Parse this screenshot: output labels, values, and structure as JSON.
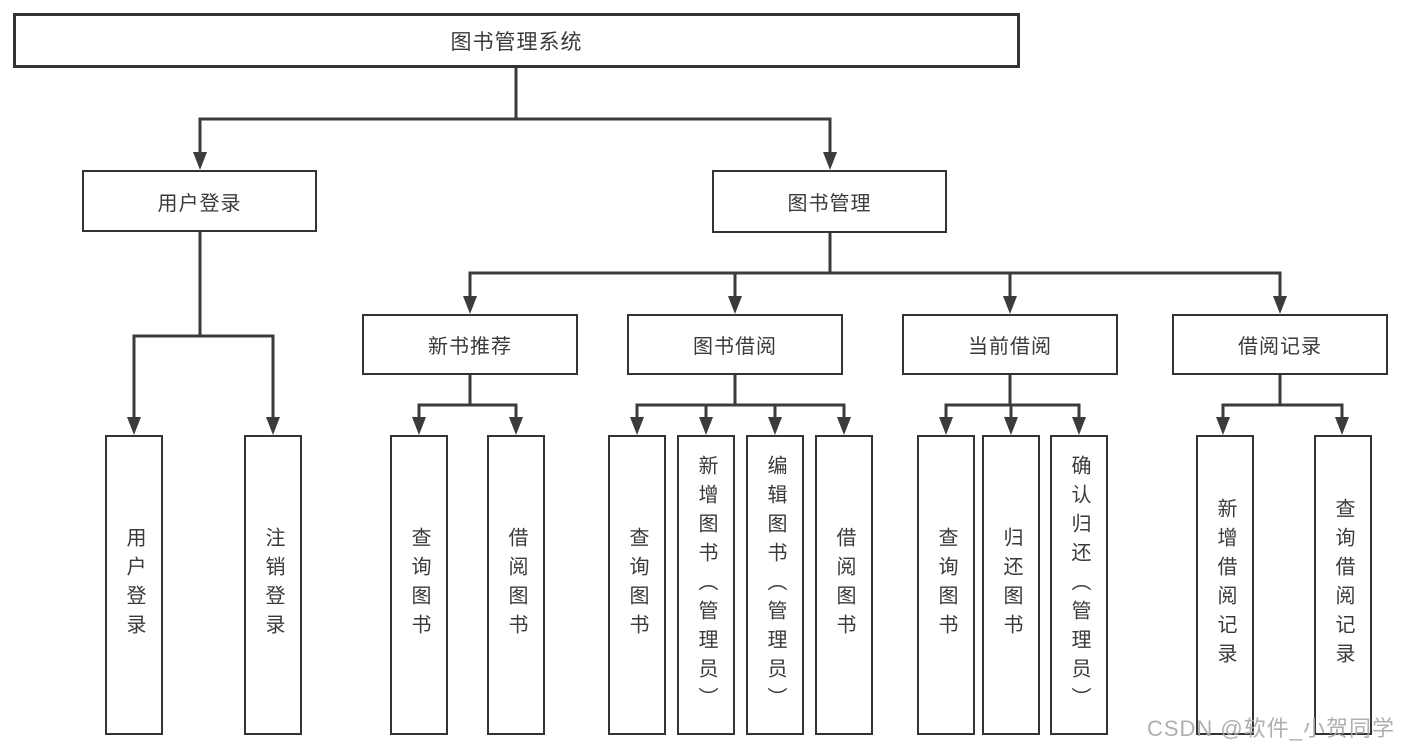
{
  "diagram": {
    "watermark": "CSDN @软件_小贺同学",
    "tree": {
      "root": {
        "label": "图书管理系统",
        "children": [
          {
            "label": "用户登录",
            "children": [
              {
                "label": "用户登录"
              },
              {
                "label": "注销登录"
              }
            ]
          },
          {
            "label": "图书管理",
            "children": [
              {
                "label": "新书推荐",
                "children": [
                  {
                    "label": "查询图书"
                  },
                  {
                    "label": "借阅图书"
                  }
                ]
              },
              {
                "label": "图书借阅",
                "children": [
                  {
                    "label": "查询图书"
                  },
                  {
                    "label": "新增图书（管理员）"
                  },
                  {
                    "label": "编辑图书（管理员）"
                  },
                  {
                    "label": "借阅图书"
                  }
                ]
              },
              {
                "label": "当前借阅",
                "children": [
                  {
                    "label": "查询图书"
                  },
                  {
                    "label": "归还图书"
                  },
                  {
                    "label": "确认归还（管理员）"
                  }
                ]
              },
              {
                "label": "借阅记录",
                "children": [
                  {
                    "label": "新增借阅记录"
                  },
                  {
                    "label": "查询借阅记录"
                  }
                ]
              }
            ]
          }
        ]
      }
    }
  }
}
